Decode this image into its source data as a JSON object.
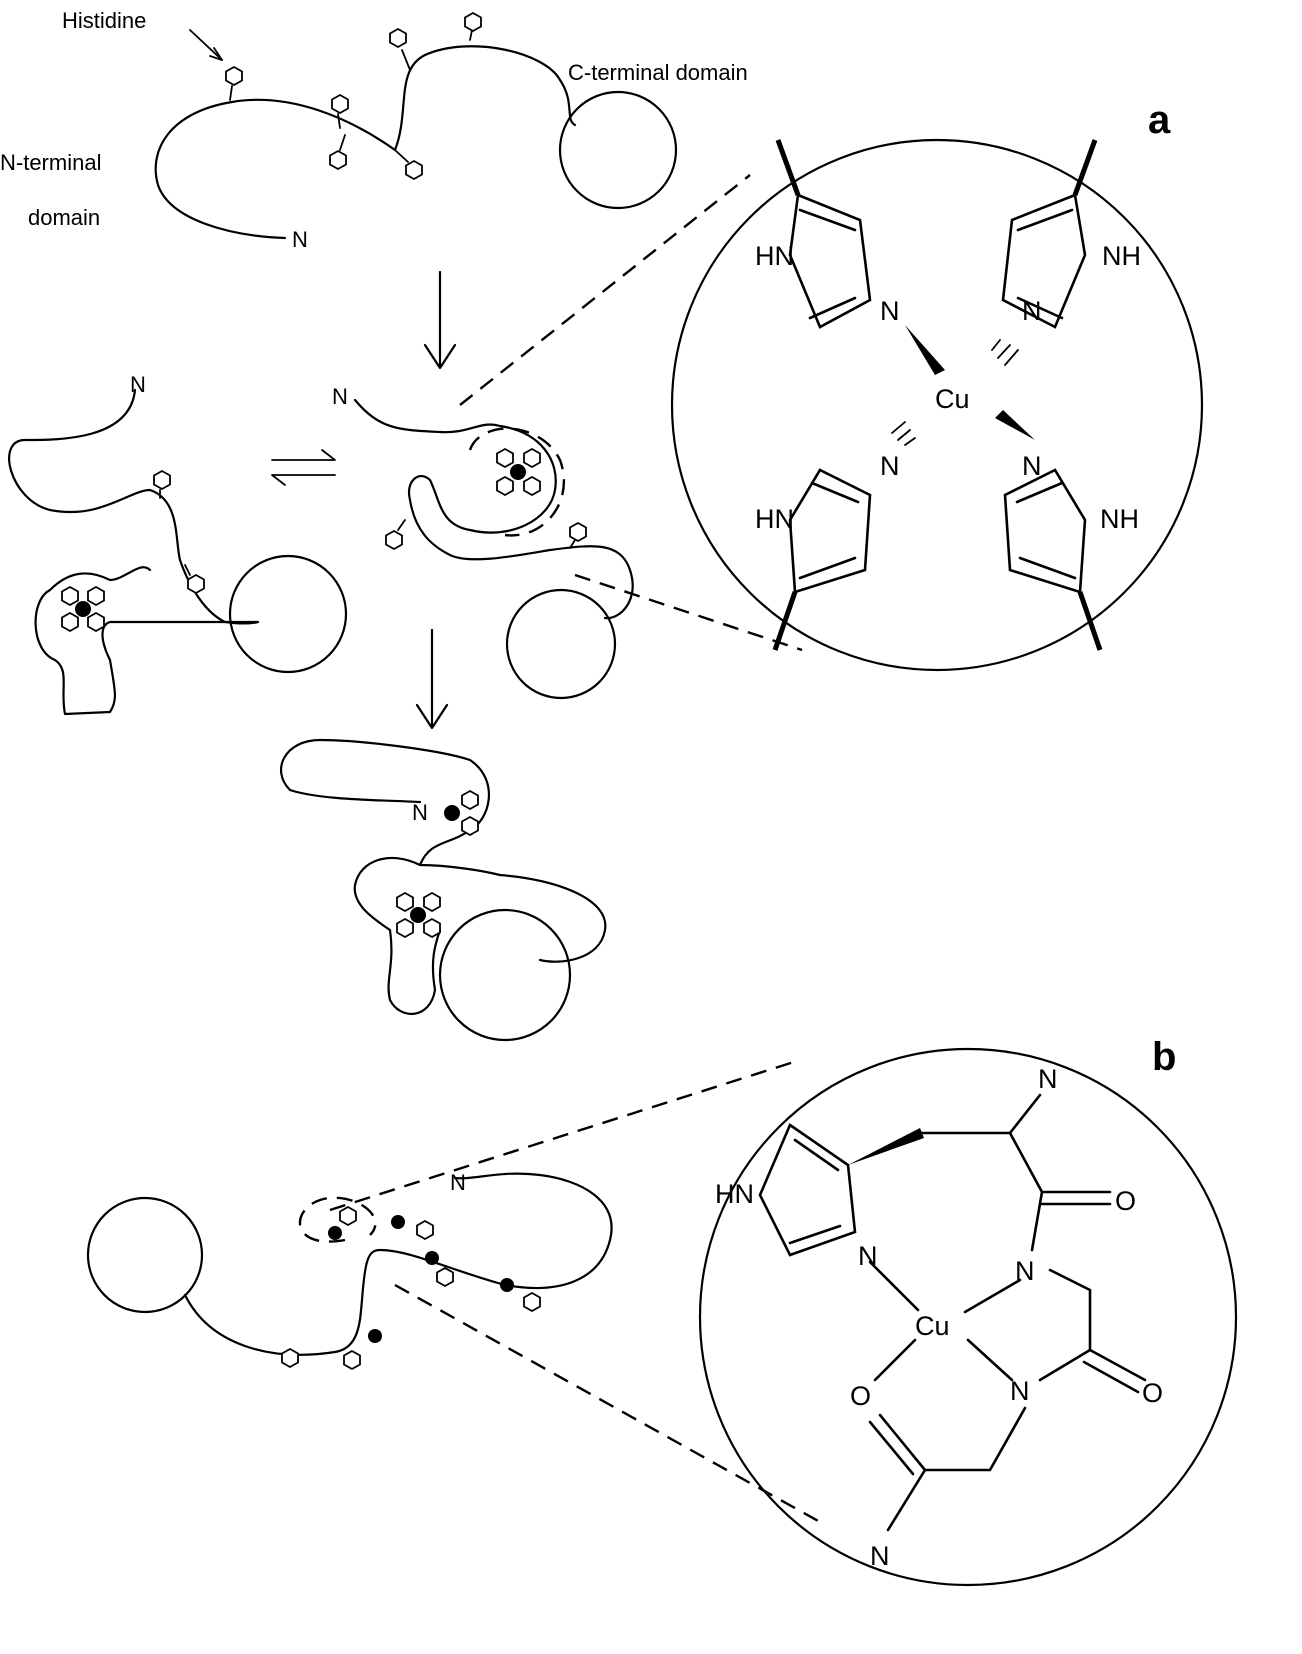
{
  "labels": {
    "histidine": "Histidine",
    "c_terminal_domain": "C-terminal domain",
    "n_terminal": "N-terminal",
    "domain": "domain",
    "n_terminus": "N"
  },
  "panels": {
    "a": "a",
    "b": "b"
  },
  "panel_a_atoms": {
    "hn_left_top": "HN",
    "nh_right_top": "NH",
    "n_left_top": "N",
    "n_right_top": "N",
    "cu": "Cu",
    "n_left_bottom": "N",
    "n_right_bottom": "N",
    "hn_left_bottom": "HN",
    "nh_right_bottom": "NH"
  },
  "panel_b_atoms": {
    "n_top": "N",
    "o_carbonyl_1": "O",
    "hn": "HN",
    "n_ring": "N",
    "n_amide_1": "N",
    "cu": "Cu",
    "n_amide_2": "N",
    "o_carbonyl_2": "O",
    "o_left": "O",
    "n_bottom": "N"
  },
  "colors": {
    "ink": "#000000",
    "background": "#ffffff"
  }
}
